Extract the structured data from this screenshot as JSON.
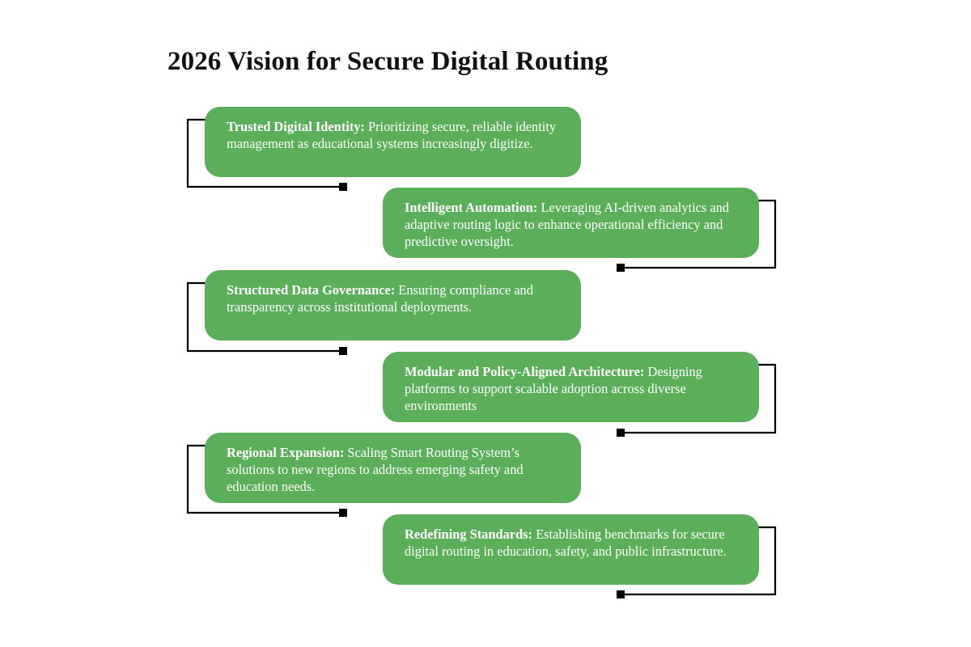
{
  "title": "2026 Vision for Secure Digital Routing",
  "theme": {
    "box_fill": "#5CAF5A",
    "box_text": "#ffffff",
    "connector": "#000000",
    "background": "#ffffff",
    "title_color": "#111111"
  },
  "diagram": {
    "type": "zigzag-staircase-list",
    "node_count": 6,
    "nodes": [
      {
        "id": "trusted-digital-identity",
        "side": "left",
        "lead": "Trusted Digital Identity:",
        "text": " Prioritizing secure, reliable identity management as educational systems increasingly digitize."
      },
      {
        "id": "intelligent-automation",
        "side": "right",
        "lead": "Intelligent Automation:",
        "text": " Leveraging AI-driven analytics and adaptive routing logic to enhance operational efficiency and predictive oversight."
      },
      {
        "id": "structured-data-governance",
        "side": "left",
        "lead": "Structured Data Governance:",
        "text": " Ensuring compliance and transparency across institutional deployments."
      },
      {
        "id": "modular-policy-aligned-architecture",
        "side": "right",
        "lead": "Modular and Policy-Aligned Architecture:",
        "text": " Designing platforms to support scalable adoption across diverse environments"
      },
      {
        "id": "regional-expansion",
        "side": "left",
        "lead": "Regional Expansion:",
        "text": " Scaling Smart Routing System’s solutions to new regions to address emerging safety and education needs."
      },
      {
        "id": "redefining-standards",
        "side": "right",
        "lead": "Redefining Standards:",
        "text": " Establishing benchmarks for secure digital routing in education, safety, and public infrastructure."
      }
    ]
  }
}
